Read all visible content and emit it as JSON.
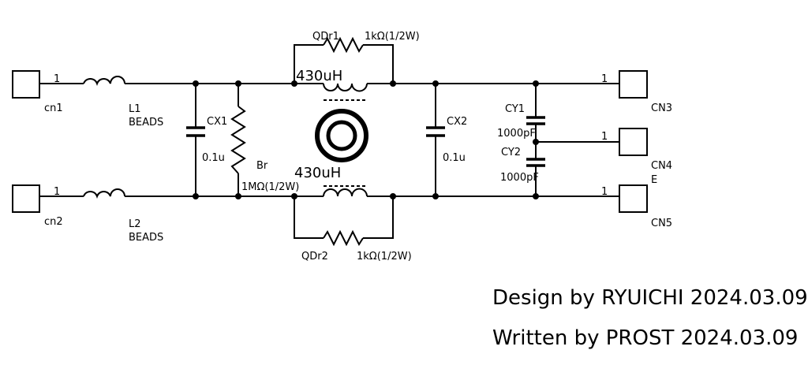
{
  "connectors": {
    "cn1": "cn1",
    "cn2": "cn2",
    "cn3": "CN3",
    "cn4": "CN4",
    "cn4_sub": "E",
    "cn5": "CN5",
    "pin": "1"
  },
  "beads": {
    "l1_name": "L1",
    "l2_name": "L2",
    "type": "BEADS"
  },
  "caps": {
    "cx1": "CX1",
    "cx2": "CX2",
    "cx_value": "0.1u",
    "cy1": "CY1",
    "cy2": "CY2",
    "cy_value": "1000pF"
  },
  "bleeder": {
    "name": "Br",
    "value": "1MΩ(1/2W)"
  },
  "choke": {
    "value": "430uH",
    "qdr1": "QDr1",
    "qdr2": "QDr2",
    "damp_value": "1kΩ(1/2W)"
  },
  "credits": {
    "design": "Design by RYUICHI 2024.03.09",
    "written": "Written by PROST 2024.03.09"
  }
}
